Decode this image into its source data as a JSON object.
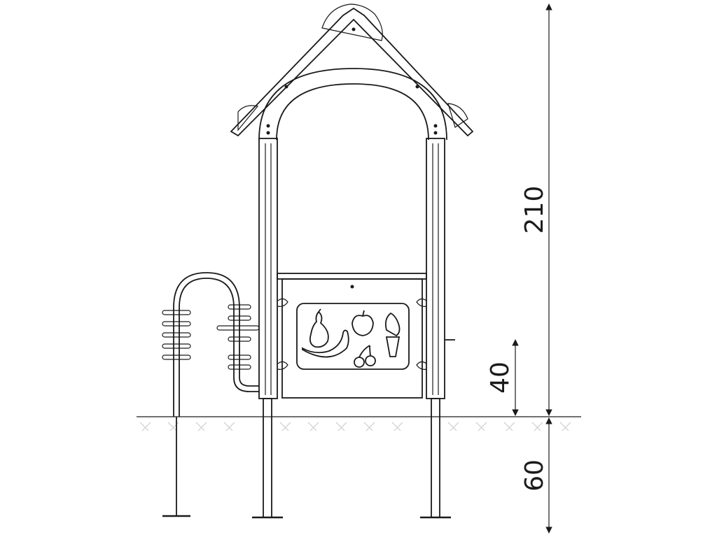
{
  "dimensions": {
    "total_height": "210",
    "underground_depth": "60",
    "panel_height": "40"
  }
}
